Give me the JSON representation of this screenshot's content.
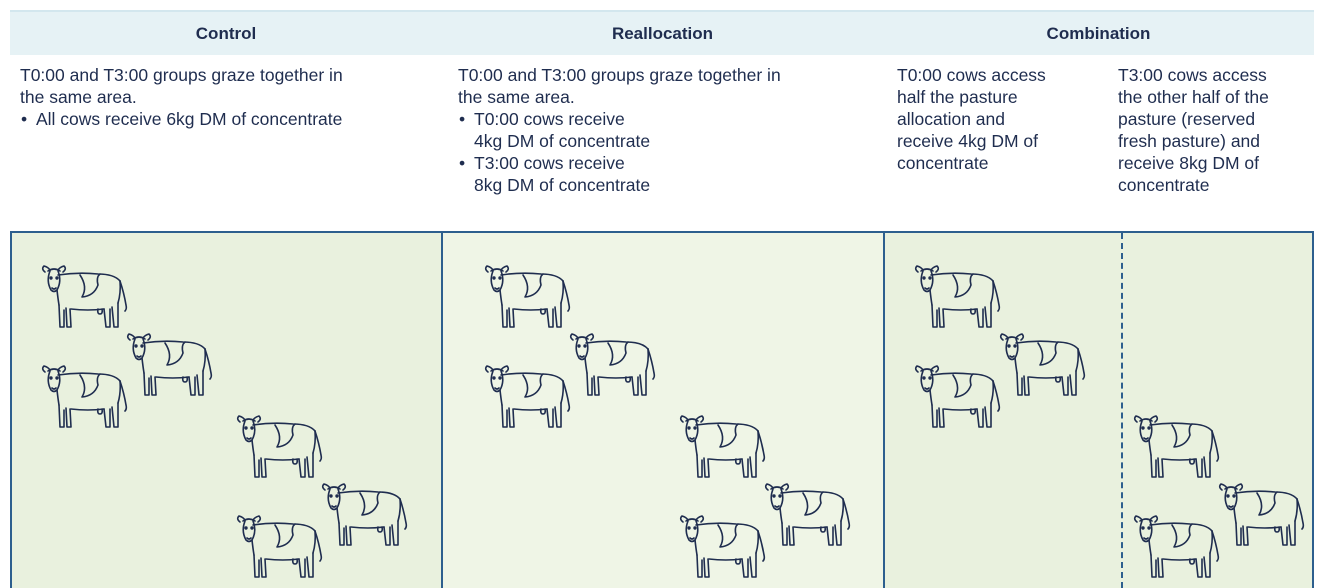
{
  "header": {
    "columns": [
      "Control",
      "Reallocation",
      "Combination"
    ]
  },
  "control": {
    "text_lines": [
      "T0:00 and T3:00 groups graze together in",
      "the same area."
    ],
    "bullets": [
      "All cows receive 6kg DM of concentrate"
    ]
  },
  "reallocation": {
    "text_lines": [
      "T0:00 and T3:00 groups graze together in",
      "the same area."
    ],
    "bullets": [
      {
        "line1": "T0:00 cows receive",
        "line2": "4kg DM of concentrate"
      },
      {
        "line1": "T3:00 cows receive",
        "line2": "8kg DM of concentrate"
      }
    ]
  },
  "combination": {
    "left_lines": [
      "T0:00 cows access",
      "half the pasture",
      "allocation and",
      "receive 4kg DM of",
      "concentrate"
    ],
    "right_lines": [
      "T3:00 cows access",
      "the other half of the",
      "pasture (reserved",
      "fresh pasture) and",
      "receive 8kg DM of",
      "concentrate"
    ]
  },
  "colors": {
    "pasture_dark": "#e9f1de",
    "pasture_light": "#eff5e6",
    "border": "#2d5f8e",
    "cow_stroke": "#1f2d4f",
    "header_bg": "#e6f2f5"
  }
}
